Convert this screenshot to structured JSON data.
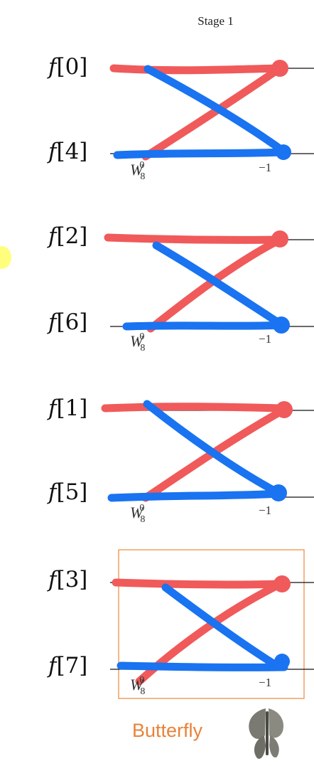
{
  "title": "Stage 1",
  "butterflies": [
    {
      "top": "f[0]",
      "bottom": "f[4]",
      "twiddle_base": "W",
      "twiddle_sub": "8",
      "twiddle_sup": "0",
      "neg": "−1"
    },
    {
      "top": "f[2]",
      "bottom": "f[6]",
      "twiddle_base": "W",
      "twiddle_sub": "8",
      "twiddle_sup": "0",
      "neg": "−1"
    },
    {
      "top": "f[1]",
      "bottom": "f[5]",
      "twiddle_base": "W",
      "twiddle_sub": "8",
      "twiddle_sup": "0",
      "neg": "−1"
    },
    {
      "top": "f[3]",
      "bottom": "f[7]",
      "twiddle_base": "W",
      "twiddle_sub": "8",
      "twiddle_sup": "0",
      "neg": "−1"
    }
  ],
  "highlight_caption": "Butterfly",
  "colors": {
    "red_stroke": "#f05a5a",
    "blue_stroke": "#1a73f0",
    "wire": "#111111",
    "highlight_box": "#f0a060",
    "caption": "#e8823a",
    "yellow_marker": "#ffff66"
  },
  "icons": [
    "butterfly-icon"
  ]
}
